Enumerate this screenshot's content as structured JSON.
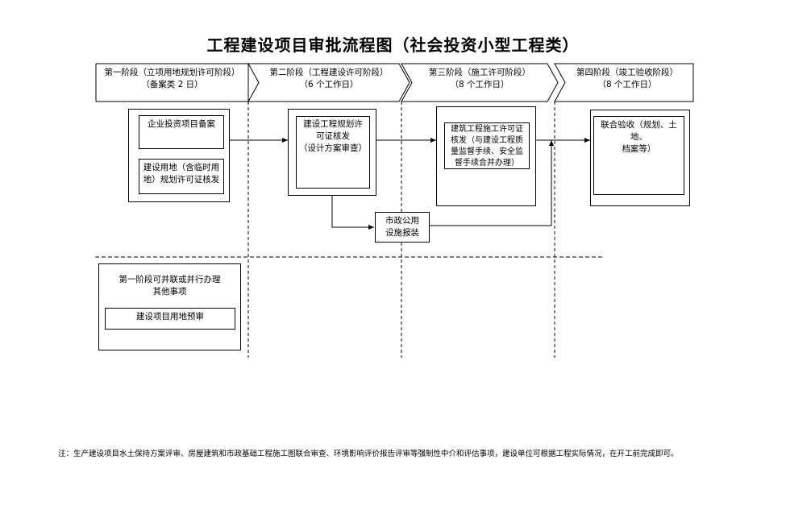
{
  "title": "工程建设项目审批流程图（社会投资小型工程类）",
  "stages": [
    {
      "line1": "第一阶段（立项用地规划许可阶段）",
      "line2": "（备案类 2 日）"
    },
    {
      "line1": "第二阶段（工程建设许可阶段）",
      "line2": "（6 个工作日）"
    },
    {
      "line1": "第三阶段（施工许可阶段）",
      "line2": "（8 个工作日）"
    },
    {
      "line1": "第四阶段（竣工验收阶段）",
      "line2": "（8 个工作日）"
    }
  ],
  "stage1": {
    "item1": "企业投资项目备案",
    "item2_line1": "建设用地（含临时用",
    "item2_line2": "地）规划许可证核发"
  },
  "stage2": {
    "line1": "建设工程规划许",
    "line2": "可证核发",
    "line3": "（设计方案审查）"
  },
  "stage3": {
    "line1": "建筑工程施工许可证",
    "line2": "核发（与建设工程质",
    "line3": "量监督手续、安全监",
    "line4": "督手续合并办理）"
  },
  "stage4": {
    "line1": "联合验收（规划、土地、",
    "line2": "档案等）"
  },
  "municipal": {
    "line1": "市政公用",
    "line2": "设施报装"
  },
  "parallel": {
    "line1": "第一阶段可并联或并行办理",
    "line2": "其他事项",
    "item": "建设项目用地预审"
  },
  "note": "注：生产建设项目水土保持方案评审、房屋建筑和市政基础工程施工图联合审查、环境影响评价报告评审等强制性中介和评估事项，建设单位可根据工程实际情况，在开工前完成即可。"
}
